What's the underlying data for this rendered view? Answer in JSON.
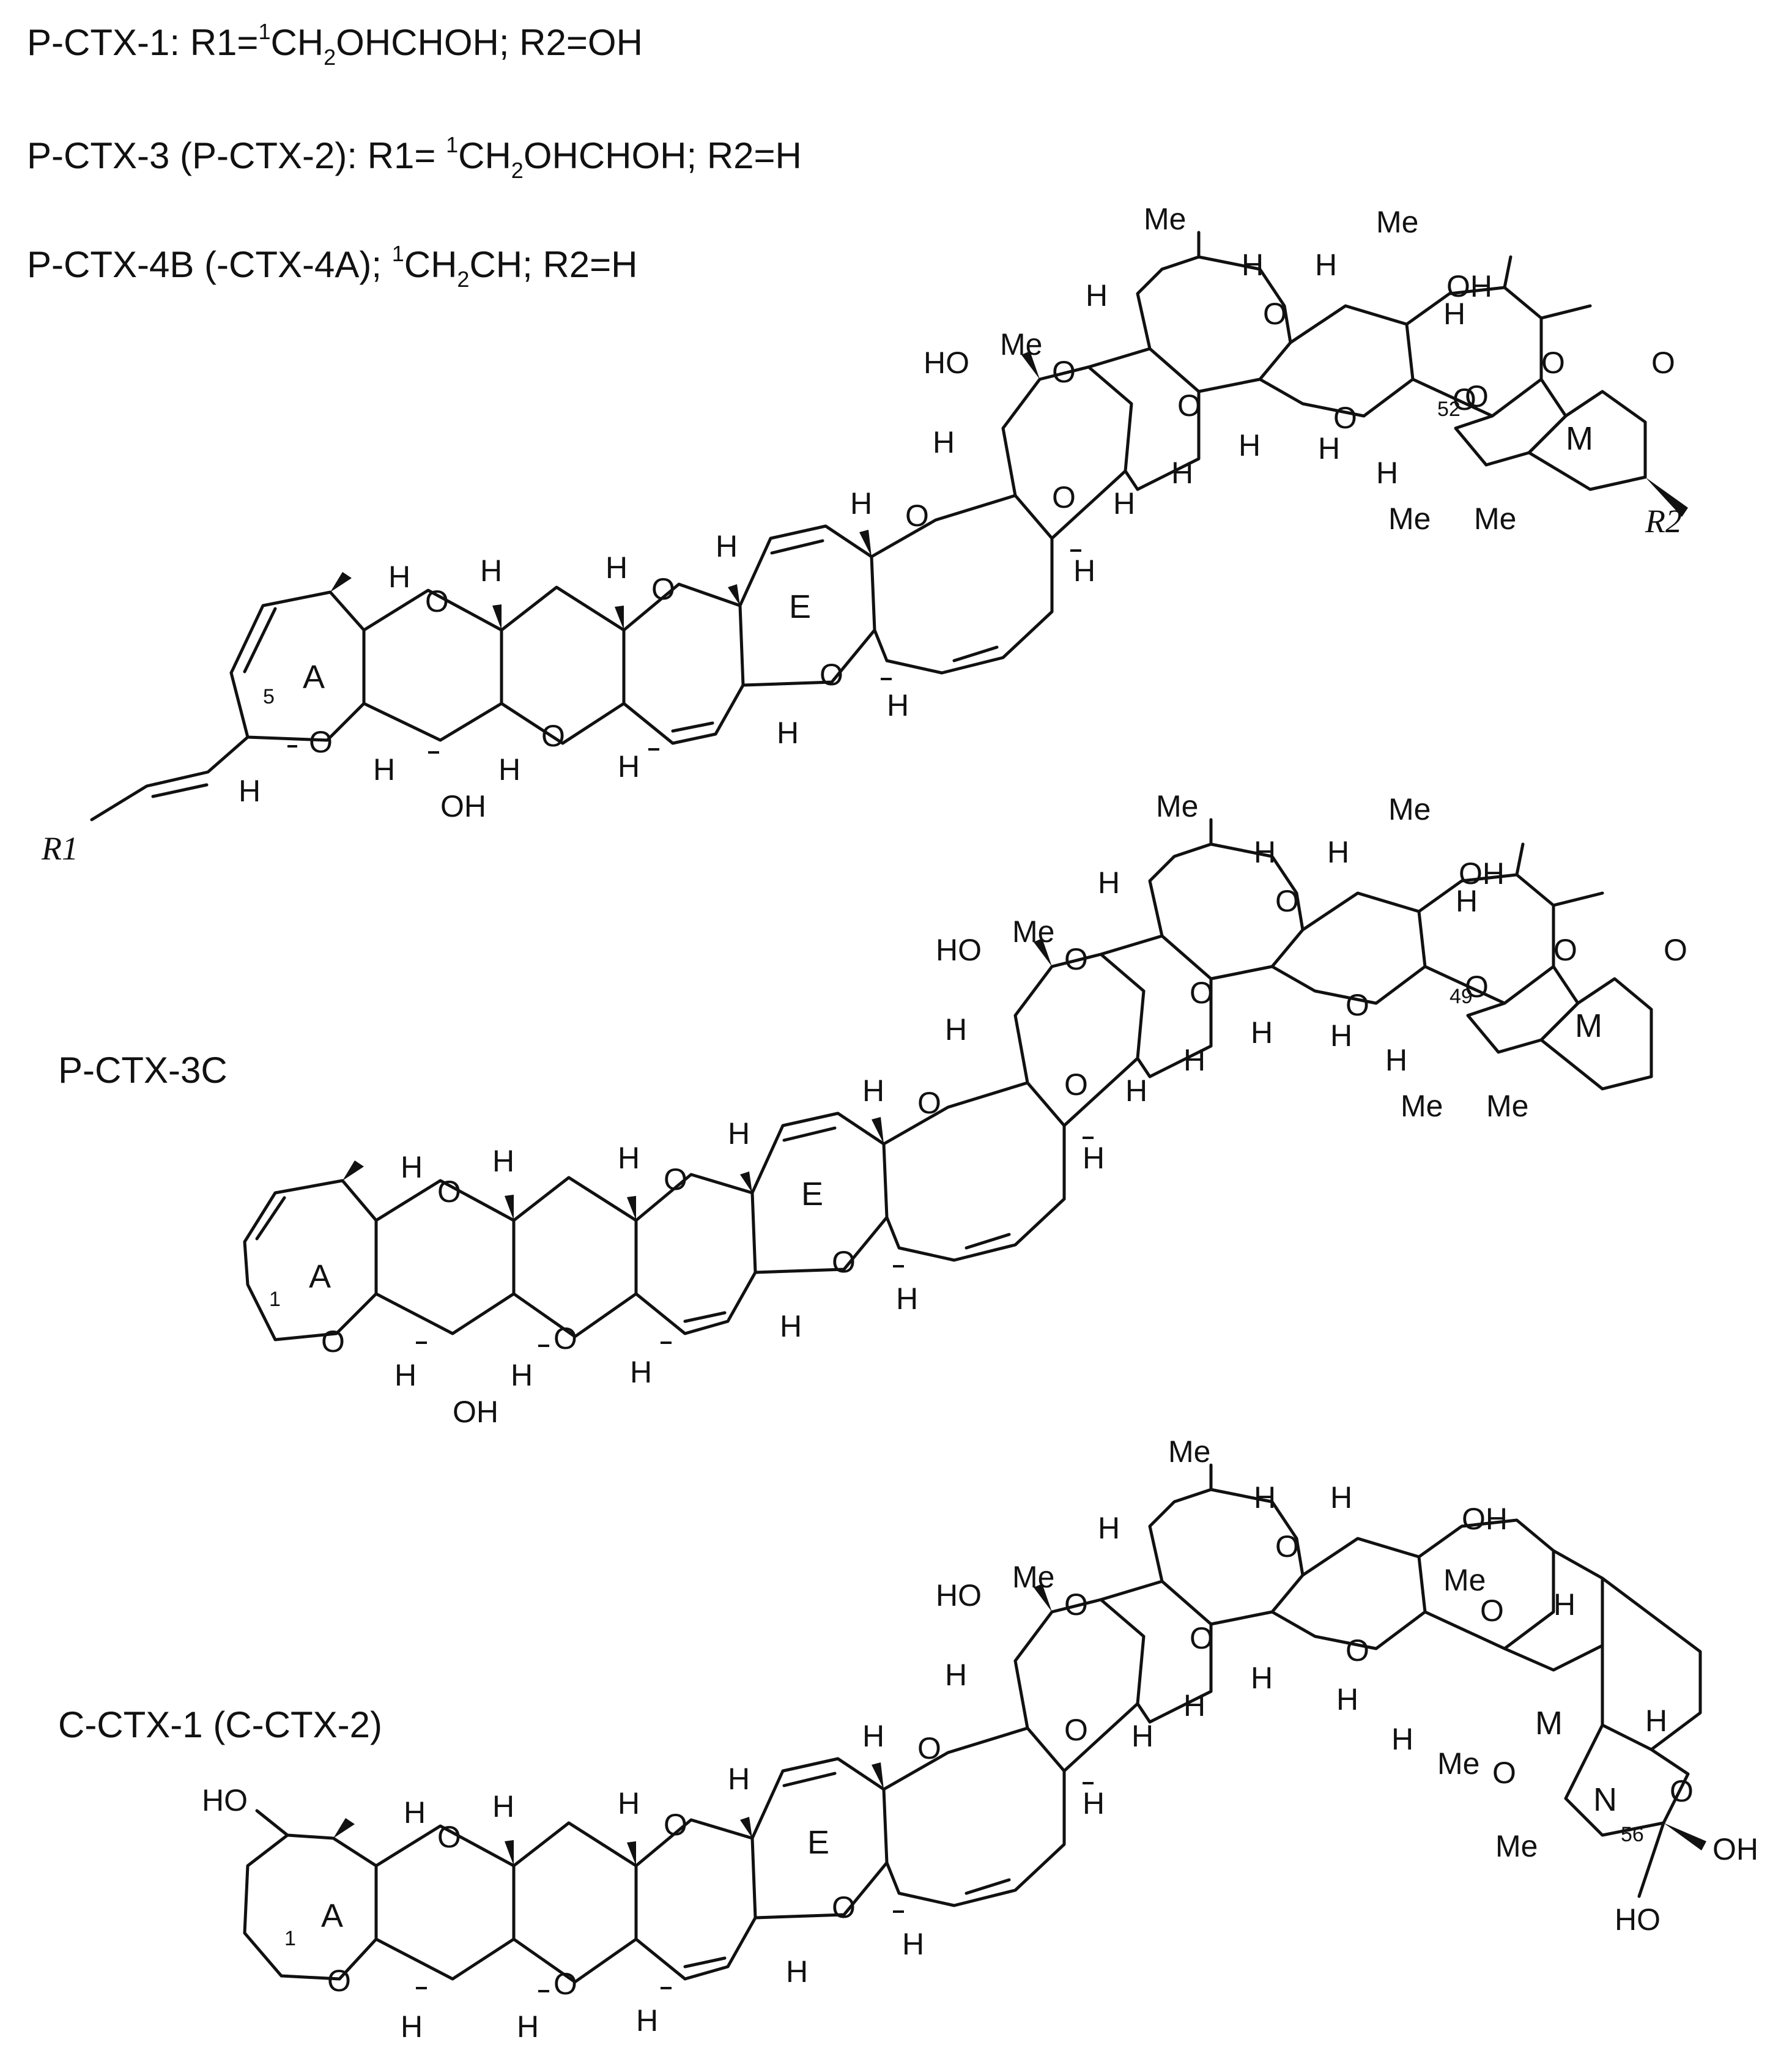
{
  "captions": {
    "line1": {
      "a": "P-CTX-1: R1=",
      "sup": "1",
      "b": "CH",
      "sub": "2",
      "c": "OHCHOH; R2=OH"
    },
    "line2": {
      "a": "P-CTX-3 (P-CTX-2): R1= ",
      "sup": "1",
      "b": "CH",
      "sub": "2",
      "c": "OHCHOH; R2=H"
    },
    "line3": {
      "a": "P-CTX-4B (-CTX-4A); ",
      "sup": "1",
      "b": "CH",
      "sub": "2",
      "c": "CH; R2=H"
    }
  },
  "structures": {
    "s1": {
      "rings": {
        "A": "A",
        "E": "E",
        "M": "M"
      },
      "numbers": {
        "c5": "5",
        "c52": "52"
      },
      "groups": {
        "r1": "R1",
        "r2": "R2"
      },
      "atoms": {
        "o": "O",
        "h": "H",
        "me": "Me",
        "oh": "OH",
        "ho": "HO"
      }
    },
    "s2": {
      "label": "P-CTX-3C",
      "rings": {
        "A": "A",
        "E": "E",
        "M": "M"
      },
      "numbers": {
        "c1": "1",
        "c49": "49"
      },
      "atoms": {
        "o": "O",
        "h": "H",
        "me": "Me",
        "oh": "OH",
        "ho": "HO"
      }
    },
    "s3": {
      "label": "C-CTX-1 (C-CTX-2)",
      "rings": {
        "A": "A",
        "E": "E",
        "M": "M",
        "N": "N"
      },
      "numbers": {
        "c1": "1",
        "c56": "56"
      },
      "atoms": {
        "o": "O",
        "h": "H",
        "me": "Me",
        "oh": "OH",
        "ho": "HO"
      }
    }
  }
}
